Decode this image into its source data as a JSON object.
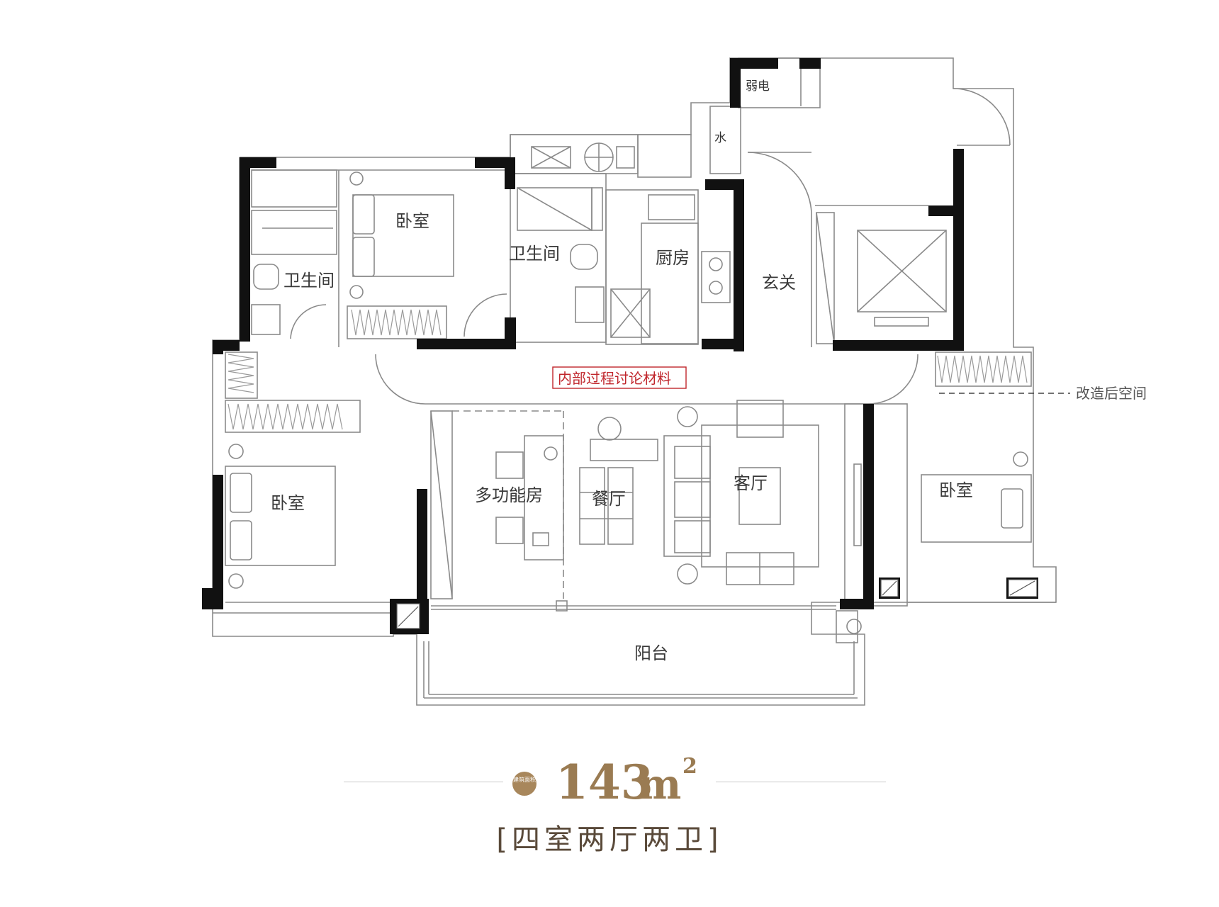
{
  "rooms": {
    "bedroom_top": "卧室",
    "bathroom_left": "卫生间",
    "bathroom_mid": "卫生间",
    "kitchen": "厨房",
    "foyer": "玄关",
    "weak_current": "弱电",
    "water": "水",
    "multi_room": "多功能房",
    "dining": "餐厅",
    "living": "客厅",
    "bedroom_left": "卧室",
    "bedroom_right": "卧室",
    "balcony": "阳台"
  },
  "stamp": "内部过程讨论材料",
  "annotation": "改造后空间",
  "area": {
    "badge": "建筑面积",
    "value": "143",
    "unit": "m",
    "superscript": "2"
  },
  "layout_type": "[四室两厅两卫]",
  "colors": {
    "wall": "#111111",
    "line": "#8a8a8a",
    "accent_gold": "#9a7b52",
    "stamp_red": "#c0262c"
  }
}
